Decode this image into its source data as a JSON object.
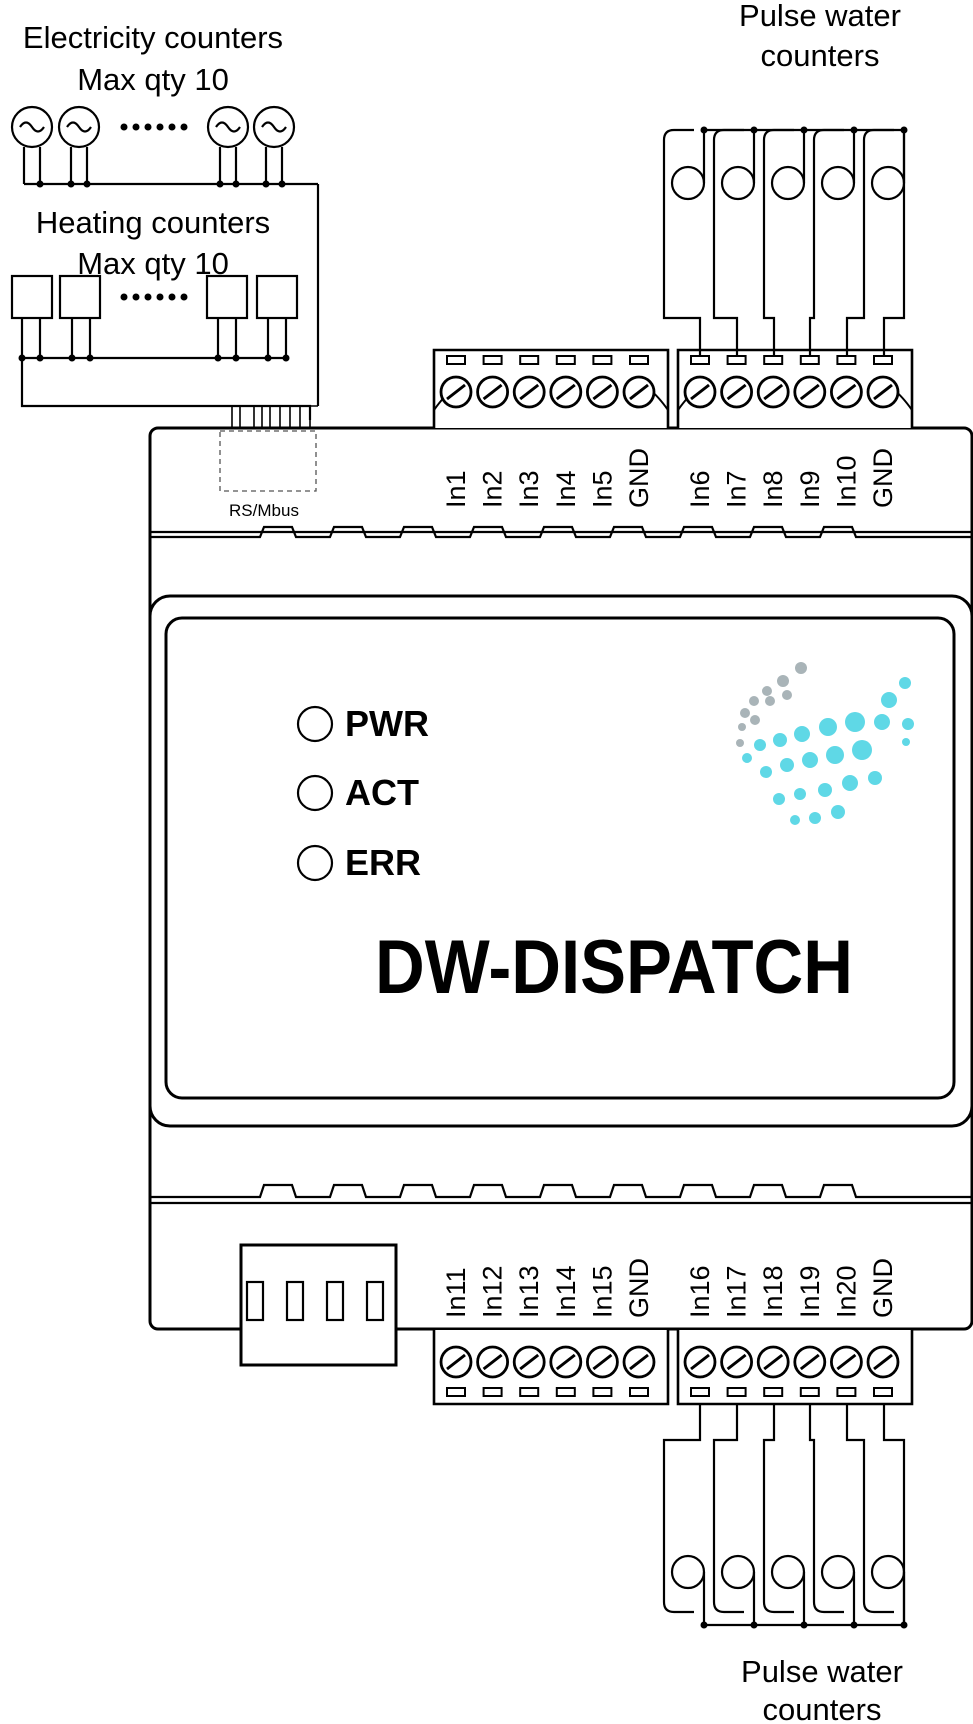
{
  "labels": {
    "electricity_title": "Electricity counters",
    "electricity_qty": "Max qty 10",
    "heating_title": "Heating counters",
    "heating_qty": "Max qty 10",
    "pulse_top_line1": "Pulse water",
    "pulse_top_line2": "counters",
    "pulse_bottom_line1": "Pulse water",
    "pulse_bottom_line2": "counters",
    "bus_port": "RS/Mbus",
    "device_name": "DW-DISPATCH"
  },
  "leds": [
    "PWR",
    "ACT",
    "ERR"
  ],
  "top_terminals_left": [
    "In1",
    "In2",
    "In3",
    "In4",
    "In5",
    "GND"
  ],
  "top_terminals_right": [
    "In6",
    "In7",
    "In8",
    "In9",
    "In10",
    "GND"
  ],
  "bottom_terminals_left": [
    "In11",
    "In12",
    "In13",
    "In14",
    "In15",
    "GND"
  ],
  "bottom_terminals_right": [
    "In16",
    "In17",
    "In18",
    "In19",
    "In20",
    "GND"
  ],
  "colors": {
    "logo_cyan": "#5fd8e6",
    "logo_gray": "#a9b4b8"
  }
}
